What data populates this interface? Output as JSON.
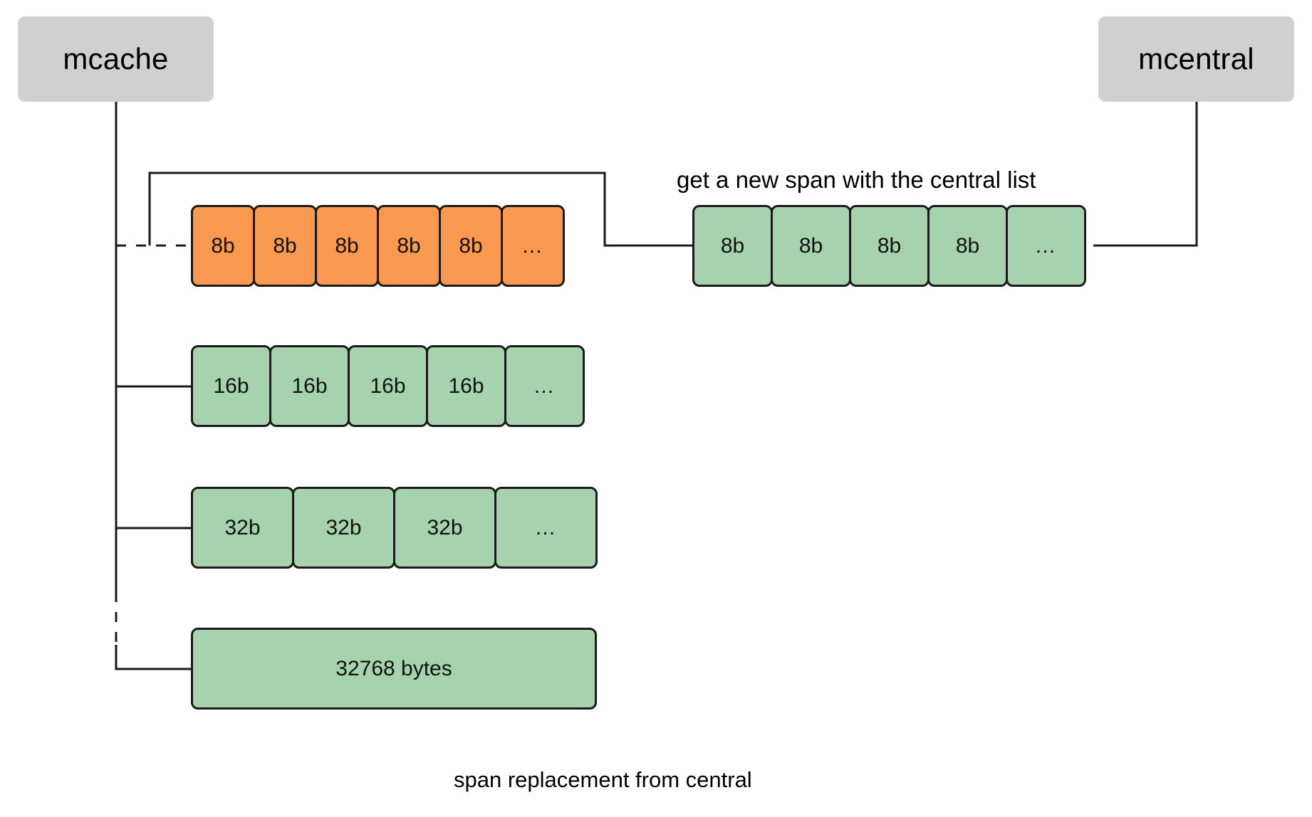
{
  "diagram": {
    "title_caption": "span replacement from central",
    "annotation": "get a new span with the central list",
    "colors": {
      "owner_box_fill": "#d0d0d0",
      "active_span_fill": "#f9994f",
      "free_span_fill": "#a6d3ae",
      "stroke": "#1a1a1a",
      "background": "#ffffff"
    },
    "nodes": {
      "mcache": "mcache",
      "mcentral": "mcentral"
    },
    "mcache_spans": [
      {
        "id": "span-8b",
        "size_class": "8b",
        "color": "orange",
        "state": "full",
        "cells": [
          "8b",
          "8b",
          "8b",
          "8b",
          "8b",
          "…"
        ]
      },
      {
        "id": "span-16b",
        "size_class": "16b",
        "color": "green",
        "state": "available",
        "cells": [
          "16b",
          "16b",
          "16b",
          "16b",
          "…"
        ]
      },
      {
        "id": "span-32b",
        "size_class": "32b",
        "color": "green",
        "state": "available",
        "cells": [
          "32b",
          "32b",
          "32b",
          "…"
        ]
      }
    ],
    "large_object_span": {
      "id": "span-large",
      "label": "32768 bytes",
      "color": "green"
    },
    "mcentral_span": {
      "id": "central-span-8b",
      "size_class": "8b",
      "color": "green",
      "cells": [
        "8b",
        "8b",
        "8b",
        "8b",
        "…"
      ]
    }
  }
}
